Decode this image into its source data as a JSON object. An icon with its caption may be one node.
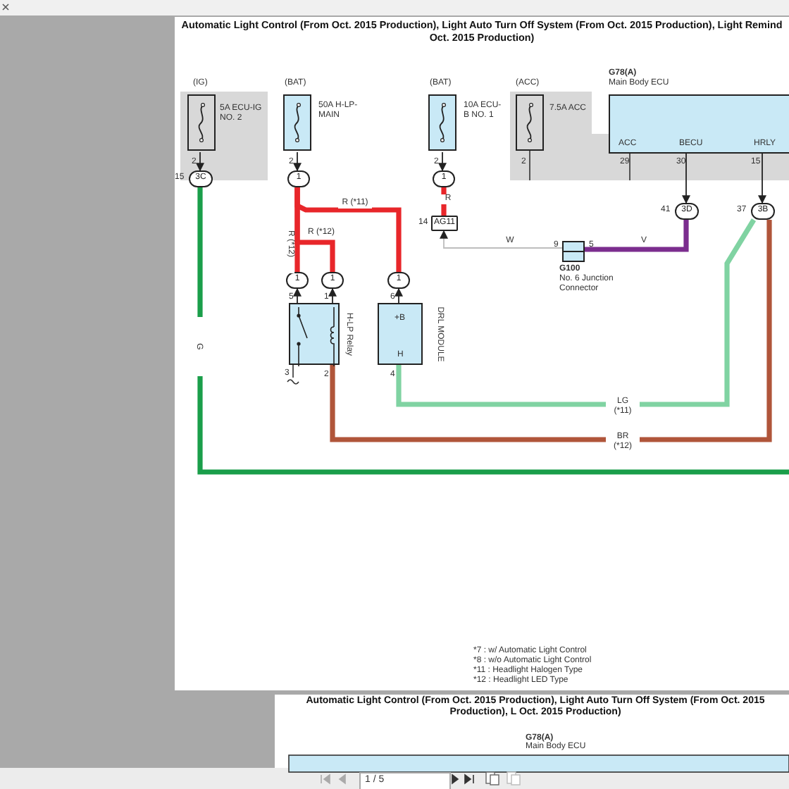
{
  "diagram": {
    "title": "Automatic Light Control (From Oct. 2015 Production), Light Auto Turn Off System (From Oct. 2015 Production), Light Remind Oct. 2015 Production)",
    "nodes": [
      {
        "text": [
          "(IG)",
          "5A ECU-IG NO. 2"
        ]
      },
      {
        "text": [
          "3C"
        ],
        "beside": [
          "15"
        ]
      },
      {
        "text": [
          "(BAT)",
          "50A H-LP- MAIN"
        ]
      },
      {
        "text": [
          "1"
        ]
      },
      {
        "text": [
          "(BAT)",
          "10A ECU-B NO. 1"
        ]
      },
      {
        "text": [
          "1"
        ]
      },
      {
        "text": [
          "(ACC)",
          "7.5A ACC"
        ]
      },
      {
        "text": [
          "G78(A)",
          "Main Body ECU",
          "ACC",
          "BECU",
          "HRLY"
        ]
      },
      {
        "text": [
          "3D"
        ],
        "beside": [
          "41"
        ]
      },
      {
        "text": [
          "3B"
        ],
        "beside": [
          "37"
        ]
      },
      {
        "text": [
          "AG11"
        ],
        "beside": [
          "14"
        ]
      },
      {
        "text": [],
        "shape": "box",
        "beside": [
          "G100",
          "No. 6 Junction Connector"
        ]
      },
      {
        "text": [
          "1"
        ]
      },
      {
        "text": [
          "1"
        ]
      },
      {
        "text": [
          "1"
        ]
      },
      {
        "text": [
          "H-LP Relay"
        ]
      },
      {
        "text": [
          "+B",
          "H",
          "DRL MODULE"
        ]
      }
    ],
    "edges": [
      {
        "from": 0,
        "to": 1,
        "arrow": "to"
      },
      {
        "from": 2,
        "to": 3,
        "arrow": "to"
      },
      {
        "from": 4,
        "to": 5,
        "arrow": "to"
      },
      {
        "from": 1,
        "to": null,
        "arrow": "none",
        "label": "G",
        "style": "thick",
        "color": "#1a9e4a"
      },
      {
        "from": 3,
        "to": 12,
        "arrow": "none",
        "label": "R (*12)",
        "style": "thick",
        "color": "#e8262a"
      },
      {
        "from": 3,
        "to": 13,
        "arrow": "none",
        "label": "R (*12)",
        "style": "thick",
        "color": "#e8262a"
      },
      {
        "from": 3,
        "to": 14,
        "arrow": "none",
        "label": "R (*11)",
        "style": "thick",
        "color": "#e8262a"
      },
      {
        "from": 5,
        "to": 10,
        "arrow": "none",
        "label": "R",
        "style": "thick",
        "color": "#e8262a"
      },
      {
        "from": 11,
        "to": 10,
        "arrow": "to",
        "label": "W",
        "color": "#bdbdbd"
      },
      {
        "from": 11,
        "to": 8,
        "arrow": "none",
        "label": "V",
        "style": "thick",
        "color": "#7b2d8e"
      },
      {
        "from": 7,
        "to": 8,
        "arrow": "to"
      },
      {
        "from": 7,
        "to": 9,
        "arrow": "to"
      },
      {
        "from": 15,
        "to": 12,
        "arrow": "to"
      },
      {
        "from": 15,
        "to": 13,
        "arrow": "to"
      },
      {
        "from": 16,
        "to": 14,
        "arrow": "to"
      },
      {
        "from": 15,
        "to": 9,
        "arrow": "none",
        "label": "BR (*12)",
        "style": "thick",
        "color": "#b0553a"
      },
      {
        "from": 16,
        "to": 9,
        "arrow": "none",
        "label": "LG (*11)",
        "style": "thick",
        "color": "#80d3a2"
      }
    ],
    "labels": [
      "2",
      "2",
      "2",
      "2",
      "29",
      "30",
      "15",
      "9",
      "5",
      "5",
      "1",
      "6",
      "3",
      "2",
      "4",
      "*7 : w/ Automatic Light Control",
      "*8 : w/o Automatic Light Control",
      "*11 : Headlight Halogen Type",
      "*12 : Headlight LED Type",
      "Automatic Light Control (From Oct. 2015 Production), Light Auto Turn Off System (From Oct. 2015 Production), L Oct. 2015 Production)",
      "G78(A)",
      "Main Body ECU",
      "1 / 5"
    ]
  }
}
